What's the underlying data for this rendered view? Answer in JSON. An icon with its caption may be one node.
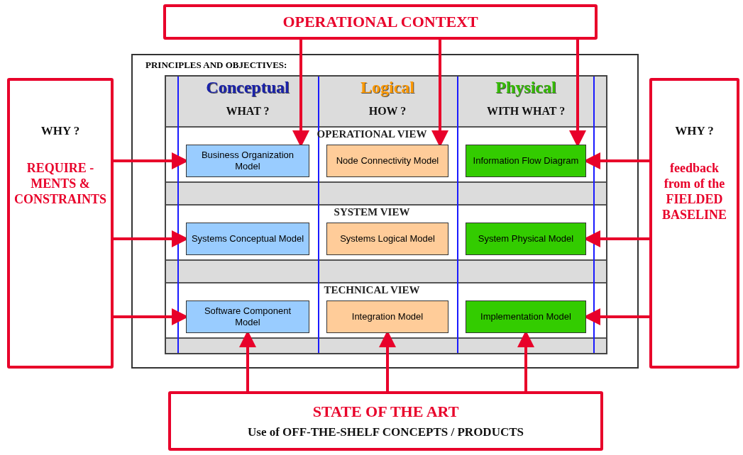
{
  "diagram": {
    "nodes": [
      {
        "text": [
          "OPERATIONAL CONTEXT"
        ]
      },
      {
        "text": [
          "PRINCIPLES AND OBJECTIVES:"
        ]
      },
      {
        "text": [
          "WHY ?",
          "REQUIRE -MENTS & CONSTRAINTS"
        ]
      },
      {
        "text": [
          "WHY ?",
          "feedback from of the FIELDED BASELINE"
        ]
      },
      {
        "text": [
          "Business Organization Model"
        ],
        "in": 1
      },
      {
        "text": [
          "Node Connectivity Model"
        ],
        "in": 1
      },
      {
        "text": [
          "Information Flow Diagram"
        ],
        "in": 1
      },
      {
        "text": [
          "Systems Conceptual Model"
        ],
        "in": 1
      },
      {
        "text": [
          "Systems Logical Model"
        ],
        "in": 1
      },
      {
        "text": [
          "System Physical Model"
        ],
        "in": 1
      },
      {
        "text": [
          "Software Component Model"
        ],
        "in": 1
      },
      {
        "text": [
          "Integration Model"
        ],
        "in": 1
      },
      {
        "text": [
          "Implementation Model"
        ],
        "in": 1
      },
      {
        "text": [
          "STATE OF THE ART",
          "Use of OFF-THE-SHELF CONCEPTS / PRODUCTS"
        ]
      }
    ],
    "edges": [
      {
        "from": 0,
        "to": 4,
        "arrow": "to"
      },
      {
        "from": 0,
        "to": 5,
        "arrow": "to"
      },
      {
        "from": 0,
        "to": 6,
        "arrow": "to"
      },
      {
        "from": 2,
        "to": 4,
        "arrow": "to"
      },
      {
        "from": 3,
        "to": 6,
        "arrow": "to"
      },
      {
        "from": 2,
        "to": 7,
        "arrow": "to"
      },
      {
        "from": 3,
        "to": 9,
        "arrow": "to"
      },
      {
        "from": 2,
        "to": 10,
        "arrow": "to"
      },
      {
        "from": 3,
        "to": 12,
        "arrow": "to"
      },
      {
        "from": 13,
        "to": 10,
        "arrow": "to"
      },
      {
        "from": 13,
        "to": 11,
        "arrow": "to"
      },
      {
        "from": 13,
        "to": 12,
        "arrow": "to"
      }
    ],
    "labels": [
      "Conceptual",
      "Logical",
      "Physical",
      "WHAT ?",
      "HOW ?",
      "WITH WHAT ?",
      "OPERATIONAL VIEW",
      "SYSTEM VIEW",
      "TECHNICAL VIEW"
    ]
  }
}
